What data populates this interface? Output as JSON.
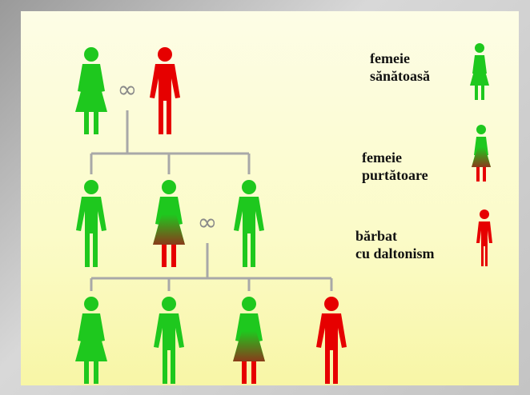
{
  "colors": {
    "healthy": "#1ec81e",
    "colorblind": "#e60000",
    "line": "#a8a8a8",
    "marriage": "#8a8a8a"
  },
  "pedigree": {
    "marriage_symbol": "∞",
    "generations": [
      {
        "members": [
          {
            "role": "female",
            "status": "healthy-woman"
          },
          {
            "role": "male",
            "status": "colorblind-man"
          }
        ]
      },
      {
        "members": [
          {
            "role": "male",
            "status": "healthy-man"
          },
          {
            "role": "female",
            "status": "carrier-woman"
          },
          {
            "role": "male",
            "status": "healthy-man"
          }
        ]
      },
      {
        "members": [
          {
            "role": "female",
            "status": "healthy-woman"
          },
          {
            "role": "male",
            "status": "healthy-man"
          },
          {
            "role": "female",
            "status": "carrier-woman"
          },
          {
            "role": "male",
            "status": "colorblind-man"
          }
        ]
      }
    ]
  },
  "legend": {
    "healthy_woman": "femeie\nsănătoasă",
    "carrier_woman": "femeie\npurtătoare",
    "colorblind_man": "bărbat\ncu daltonism"
  }
}
